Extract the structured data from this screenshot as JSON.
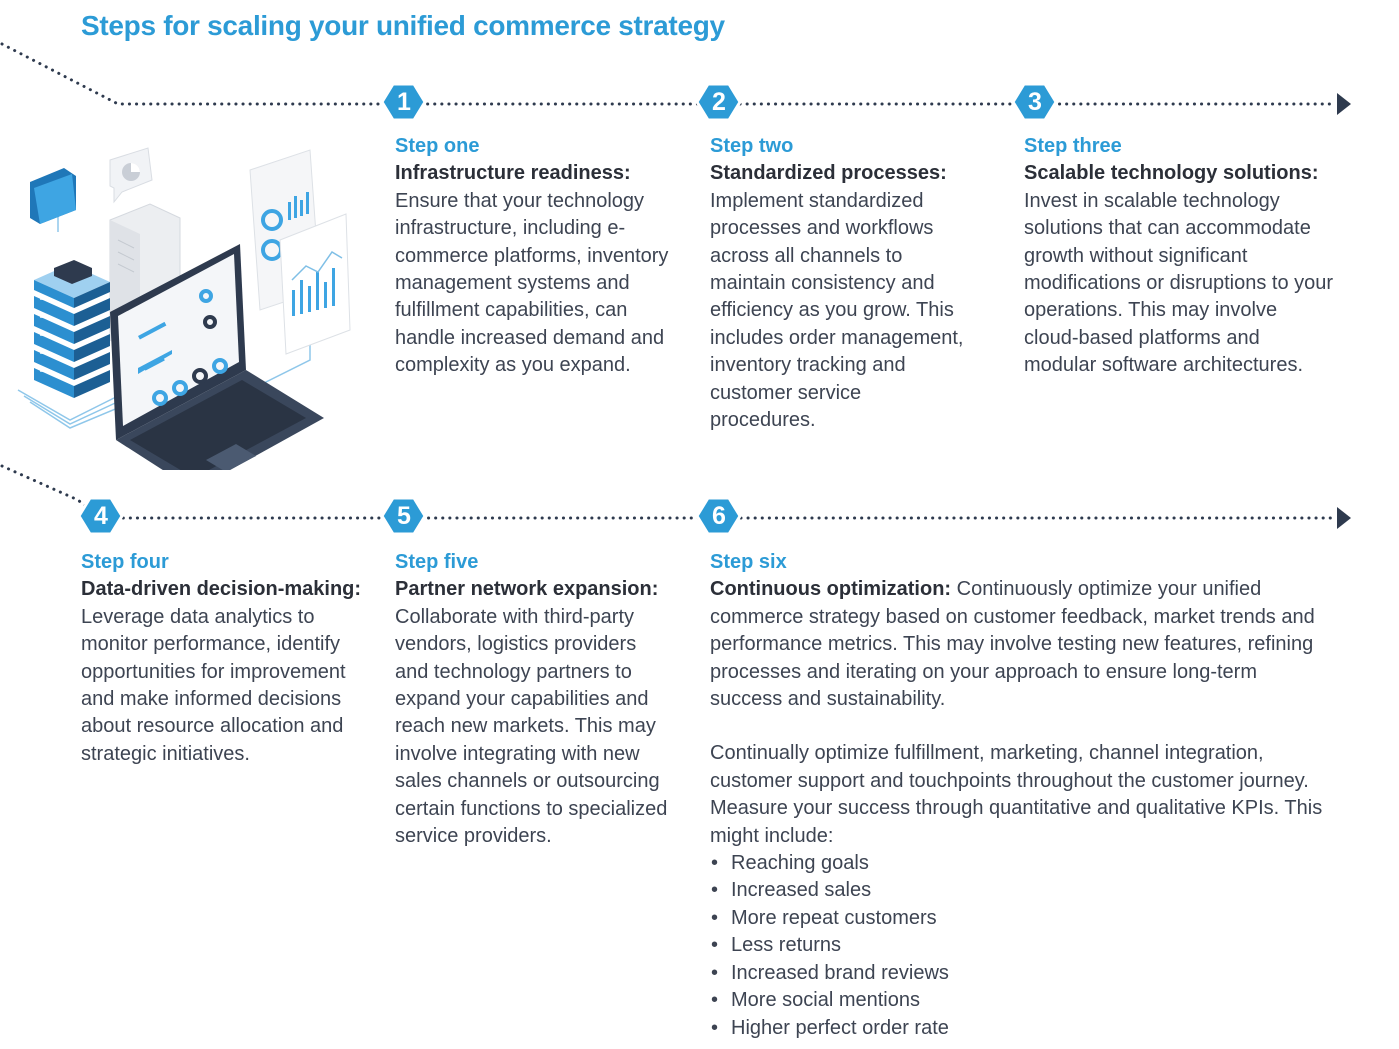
{
  "title": "Steps for scaling your unified commerce strategy",
  "colors": {
    "accent": "#2c9bd6",
    "text": "#3d4452",
    "dark": "#2b2f38",
    "connector": "#2e3a4e"
  },
  "steps": [
    {
      "number": "1",
      "label": "Step one",
      "heading": "Infrastructure readiness:",
      "body": "Ensure that your technology infrastructure, including e-commerce platforms, inventory management systems and fulfillment capabilities, can handle increased demand and complexity as you expand."
    },
    {
      "number": "2",
      "label": "Step two",
      "heading": "Standardized processes:",
      "body": "Implement standardized processes and workflows across all channels to maintain consistency and efficiency as you grow. This includes order management, inventory tracking and customer service procedures."
    },
    {
      "number": "3",
      "label": "Step three",
      "heading": "Scalable technology solutions:",
      "body": "Invest in scalable technology solutions that can accommodate growth without significant modifications or disruptions to your operations. This may involve cloud-based platforms and modular software architectures."
    },
    {
      "number": "4",
      "label": "Step four",
      "heading": "Data-driven decision-making:",
      "body": "Leverage data analytics to monitor performance, identify opportunities for improvement and make informed decisions about resource allocation and strategic initiatives."
    },
    {
      "number": "5",
      "label": "Step five",
      "heading": "Partner network expansion:",
      "body": "Collaborate with third-party vendors, logistics providers and technology partners to expand your capabilities and reach new markets. This may involve integrating with new sales channels or outsourcing certain functions to specialized service providers."
    },
    {
      "number": "6",
      "label": "Step six",
      "heading": "Continuous optimization:",
      "body": "Continuously optimize your unified commerce strategy based on customer feedback, market trends and performance metrics. This may involve testing new features, refining processes and iterating on your approach to ensure long-term success and sustainability.",
      "body2": "Continually optimize fulfillment, marketing, channel integration, customer support and touchpoints throughout the customer journey. Measure your success through quantitative and qualitative KPIs. This might include:",
      "kpis": [
        "Reaching goals",
        "Increased sales",
        "More repeat customers",
        "Less returns",
        "Increased brand reviews",
        "More social mentions",
        "Higher perfect order rate"
      ]
    }
  ]
}
